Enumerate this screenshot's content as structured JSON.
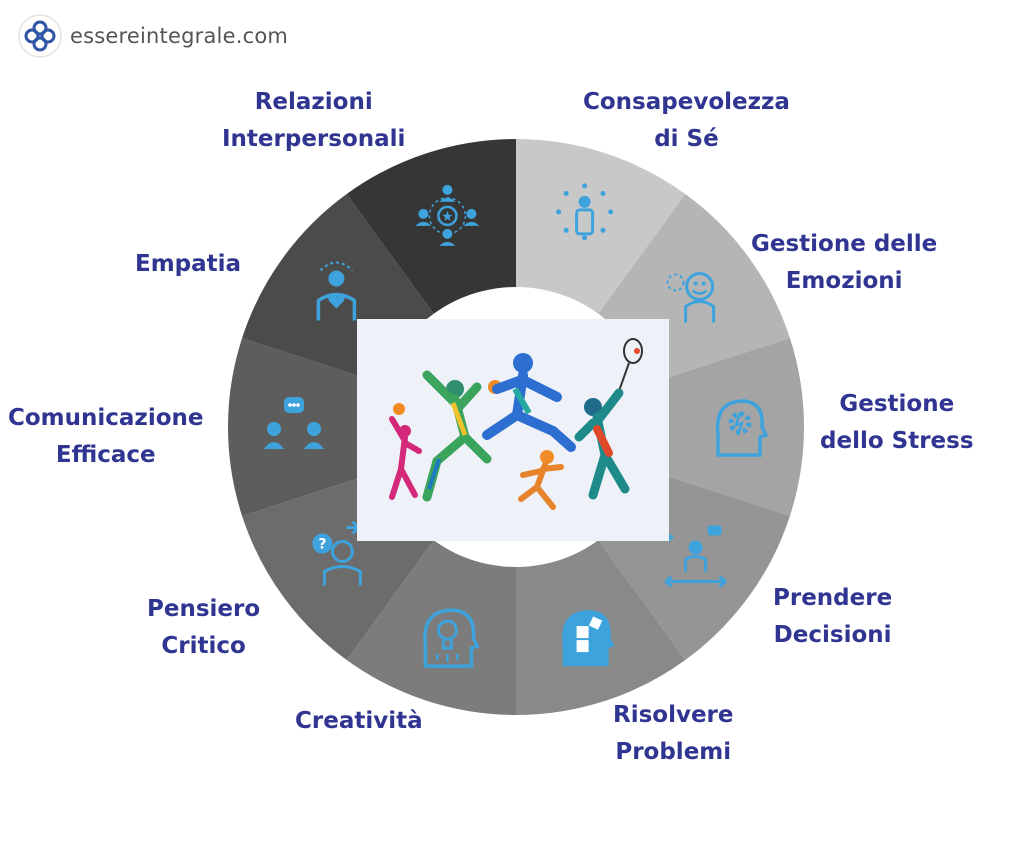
{
  "brand": {
    "name": "essereintegrale.com",
    "icon": "logo-icon"
  },
  "colors": {
    "label": "#2f3590",
    "icon": "#3ea3dc"
  },
  "skills": [
    {
      "id": "consapevolezza",
      "line1": "Consapevolezza",
      "line2": "di Sé",
      "icon": "self-awareness-icon",
      "color": "#c8c8c8"
    },
    {
      "id": "emozioni",
      "line1": "Gestione delle",
      "line2": "Emozioni",
      "icon": "emotion-management-icon",
      "color": "#b5b5b5"
    },
    {
      "id": "stress",
      "line1": "Gestione",
      "line2": "dello Stress",
      "icon": "stress-management-icon",
      "color": "#a4a4a4"
    },
    {
      "id": "decisioni",
      "line1": "Prendere",
      "line2": "Decisioni",
      "icon": "decision-making-icon",
      "color": "#959595"
    },
    {
      "id": "problemi",
      "line1": "Risolvere",
      "line2": "Problemi",
      "icon": "problem-solving-icon",
      "color": "#898989"
    },
    {
      "id": "creativita",
      "line1": "Creatività",
      "line2": "",
      "icon": "creativity-icon",
      "color": "#7c7c7c"
    },
    {
      "id": "pensiero",
      "line1": "Pensiero",
      "line2": "Critico",
      "icon": "critical-thinking-icon",
      "color": "#6c6c6c"
    },
    {
      "id": "comunicazione",
      "line1": "Comunicazione",
      "line2": "Efficace",
      "icon": "communication-icon",
      "color": "#5d5d5d"
    },
    {
      "id": "empatia",
      "line1": "Empatia",
      "line2": "",
      "icon": "empathy-icon",
      "color": "#4b4b4b"
    },
    {
      "id": "relazioni",
      "line1": "Relazioni",
      "line2": "Interpersonali",
      "icon": "relationships-icon",
      "color": "#363636"
    }
  ],
  "center_image": {
    "icon": "athletes-illustration"
  }
}
